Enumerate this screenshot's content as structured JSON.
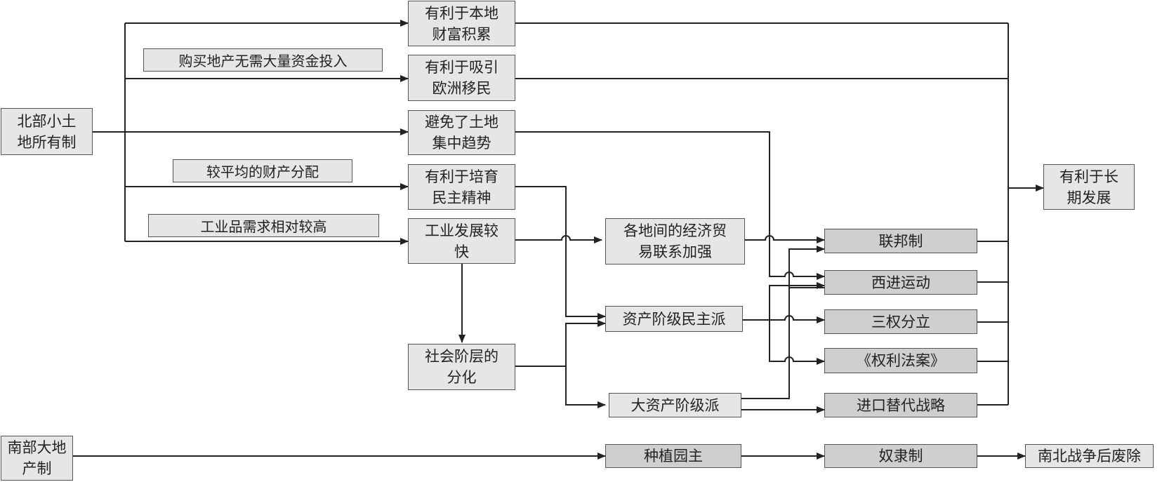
{
  "nodes": {
    "north": "北部小土\n地所有制",
    "wealth": "有利于本地\n财富积累",
    "immigrants": "有利于吸引\n欧洲移民",
    "avoid": "避免了土地\n集中趋势",
    "democracy": "有利于培育\n民主精神",
    "industry": "工业发展较\n快",
    "strata": "社会阶层的\n分化",
    "trade": "各地间的经济贸\n易联系加强",
    "bourgeois_dem": "资产阶级民主派",
    "big_bourgeois": "大资产阶级派",
    "federal": "联邦制",
    "westward": "西进运动",
    "separation": "三权分立",
    "bill": "《权利法案》",
    "import_sub": "进口替代战略",
    "longterm": "有利于长\n期发展",
    "south": "南部大地\n产制",
    "planters": "种植园主",
    "slavery": "奴隶制",
    "abolished": "南北战争后废除"
  },
  "labels": {
    "buy_land": "购买地产无需大量资金投入",
    "equal_property": "较平均的财产分配",
    "industrial_demand": "工业品需求相对较高"
  }
}
